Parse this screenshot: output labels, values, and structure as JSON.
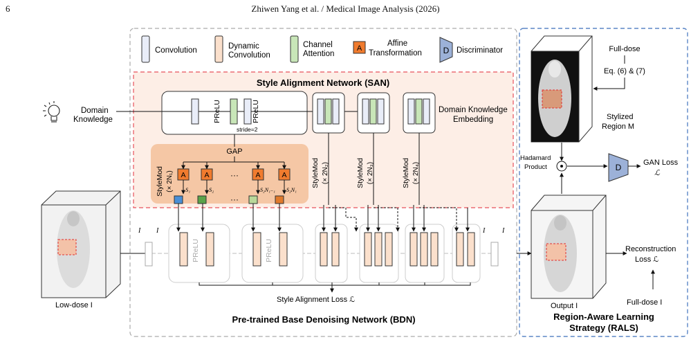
{
  "header": {
    "page_number": "6",
    "running_title": "Zhiwen Yang et al. / Medical Image Analysis (2026)"
  },
  "legend": {
    "convolution": "Convolution",
    "dynamic_conv_1": "Dynamic",
    "dynamic_conv_2": "Convolution",
    "channel_attn_1": "Channel",
    "channel_attn_2": "Attention",
    "affine_glyph": "A",
    "affine_1": "Affine",
    "affine_2": "Transformation",
    "disc_glyph": "D",
    "discriminator": "Discriminator"
  },
  "san": {
    "title": "Style Alignment Network (SAN)",
    "domain_knowledge_1": "Domain",
    "domain_knowledge_2": "Knowledge",
    "prelu": "PReLU",
    "stride": "stride=2",
    "dke_1": "Domain Knowledge",
    "dke_2": "Embedding",
    "gap": "GAP",
    "stylemod": "StyleMod",
    "mult_1": "(× 2N₁)",
    "mult_2": "(× 2N₂)",
    "mult_3": "(× 2N₃)",
    "mult_4": "(× 2N₄)",
    "s1": "S₁",
    "s2": "S₂",
    "s_n1m1": "S₂N₁₋₁",
    "s_n1": "S₂N₁",
    "dots": "···"
  },
  "bdn": {
    "title": "Pre-trained Base Denoising Network (BDN)",
    "low_dose": "Low-dose I",
    "i_l": "I",
    "i_sf": "I",
    "i_df": "I",
    "i_r": "I",
    "prelu": "PReLU",
    "align_loss": "Style Alignment Loss ℒ"
  },
  "rals": {
    "title_1": "Region-Aware Learning",
    "title_2": "Strategy (RALS)",
    "full_dose_top": "Full-dose",
    "eq": "Eq. (6) & (7)",
    "stylized_1": "Stylized",
    "stylized_2": "Region M",
    "hadamard_1": "Hadamard",
    "hadamard_2": "Product",
    "gan_loss_1": "GAN Loss",
    "gan_loss_2": "ℒ",
    "recon_1": "Reconstruction",
    "recon_2": "Loss ℒ",
    "output": "Output I",
    "full_dose_bottom": "Full-dose I",
    "disc_glyph": "D"
  },
  "colors": {
    "conv": "#e9edf8",
    "dynamic": "#fbe0cc",
    "channel": "#c8e6b8",
    "affine": "#f07b2e",
    "disc": "#9cb1d8",
    "san_bg": "#fdeee6",
    "stylemod_bg": "#f5c7a5",
    "bdn_dash": "#aaaaaa",
    "rals_dash": "#5b86c6",
    "san_dash": "#e8505b"
  }
}
